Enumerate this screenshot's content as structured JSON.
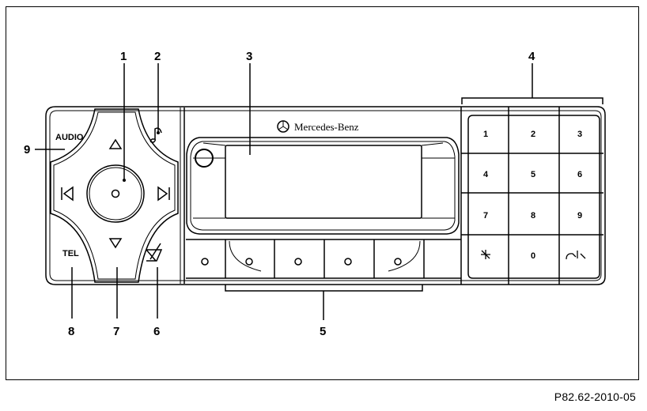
{
  "brand": "Mercedes-Benz",
  "figure_code": "P82.62-2010-05",
  "buttons": {
    "audio": "AUDIO",
    "tel": "TEL"
  },
  "callouts": [
    "1",
    "2",
    "3",
    "4",
    "5",
    "6",
    "7",
    "8",
    "9"
  ],
  "keypad": [
    "1",
    "2",
    "3",
    "4",
    "5",
    "6",
    "7",
    "8",
    "9",
    "0"
  ]
}
